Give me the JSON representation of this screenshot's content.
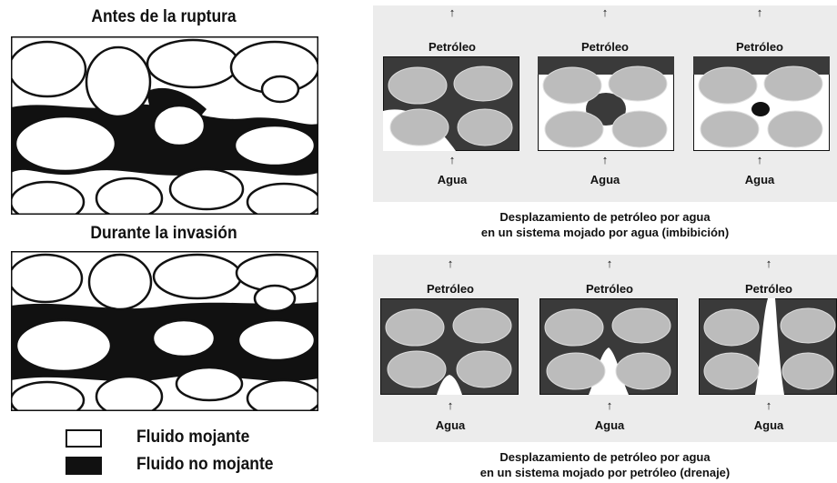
{
  "left": {
    "top_title": "Antes de la ruptura",
    "bottom_title": "Durante la invasión"
  },
  "legend": {
    "wetting": "Fluido mojante",
    "nonwetting": "Fluido no mojante"
  },
  "right": {
    "top_row": {
      "oil_label": "Petróleo",
      "water_label": "Agua",
      "caption_line1": "Desplazamiento de petróleo por agua",
      "caption_line2": "en un sistema mojado por agua (imbibición)"
    },
    "bottom_row": {
      "oil_label": "Petróleo",
      "water_label": "Agua",
      "caption_line1": "Desplazamiento de petróleo por agua",
      "caption_line2": "en un sistema mojado por petróleo (drenaje)"
    }
  },
  "colors": {
    "grain": "#bcbcbc",
    "oil": "#3a3a3a",
    "water": "#ffffff",
    "nonwetting_fluid": "#111111"
  }
}
